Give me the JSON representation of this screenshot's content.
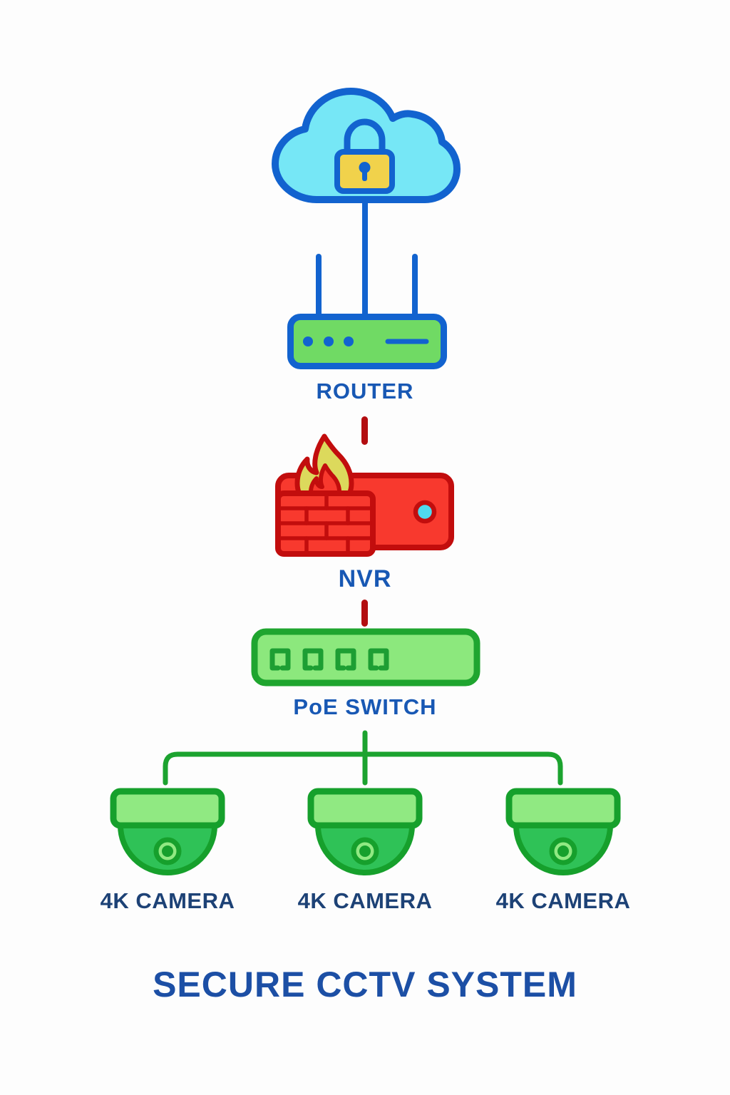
{
  "title": "SECURE CCTV SYSTEM",
  "nodes": {
    "cloud": {
      "name": "secure-cloud",
      "icon": "cloud-lock-icon"
    },
    "router": {
      "label": "ROUTER",
      "icon": "router-icon"
    },
    "nvr": {
      "label": "NVR",
      "icon": "firewall-nvr-icon"
    },
    "switch": {
      "label": "PoE SWITCH",
      "icon": "poe-switch-icon",
      "port_count": 4
    },
    "cameras": [
      {
        "label": "4K CAMERA",
        "icon": "dome-camera-icon"
      },
      {
        "label": "4K CAMERA",
        "icon": "dome-camera-icon"
      },
      {
        "label": "4K CAMERA",
        "icon": "dome-camera-icon"
      }
    ]
  },
  "connections": [
    {
      "from": "cloud",
      "to": "router",
      "style": "solid-blue"
    },
    {
      "from": "router",
      "to": "nvr",
      "style": "dashed-red"
    },
    {
      "from": "nvr",
      "to": "switch",
      "style": "dashed-red"
    },
    {
      "from": "switch",
      "to": "cameras",
      "style": "solid-green-tree"
    }
  ],
  "colors": {
    "blue_stroke": "#1263cf",
    "cloud_fill": "#76e7f6",
    "lock_yellow": "#f1d24b",
    "label_blue": "#1858b4",
    "camera_label_blue": "#1d4276",
    "title_blue": "#1c4fa5",
    "red_fill": "#f8392e",
    "red_stroke": "#c20d0d",
    "dash_red": "#b30d10",
    "flame_yellow": "#dcd95c",
    "button_cyan": "#4fd9ee",
    "router_green": "#70da64",
    "switch_fill": "#8ce87d",
    "switch_stroke": "#1fa52f",
    "port_green": "#1d9e33",
    "cam_light": "#90e982",
    "cam_mid": "#2fc257",
    "cam_dark": "#16a02c",
    "link_green": "#1ca32f"
  }
}
